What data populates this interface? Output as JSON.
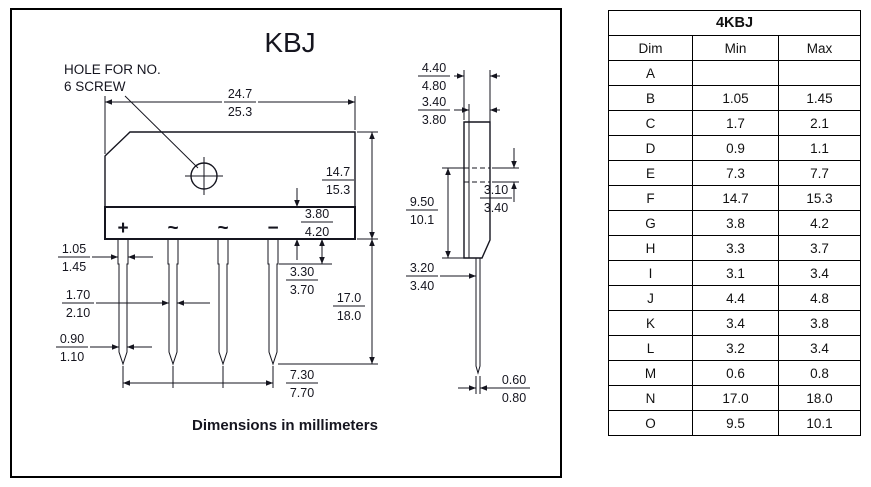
{
  "drawing": {
    "title": "KBJ",
    "hole_label_line1": "HOLE FOR NO.",
    "hole_label_line2": "6 SCREW",
    "caption": "Dimensions in millimeters",
    "terminals": [
      "+",
      "~",
      "~",
      "−"
    ],
    "dims": {
      "front_width": {
        "min": "24.7",
        "max": "25.3"
      },
      "front_height": {
        "min": "14.7",
        "max": "15.3"
      },
      "strip_height": {
        "min": "3.80",
        "max": "4.20"
      },
      "pin_width": {
        "min": "1.05",
        "max": "1.45"
      },
      "pin_wide_width": {
        "min": "1.70",
        "max": "2.10"
      },
      "pin_tip_width": {
        "min": "0.90",
        "max": "1.10"
      },
      "shoulder_length": {
        "min": "3.30",
        "max": "3.70"
      },
      "pin_length": {
        "min": "17.0",
        "max": "18.0"
      },
      "pin_span": {
        "min": "7.30",
        "max": "7.70"
      },
      "side_overall": {
        "min": "4.40",
        "max": "4.80"
      },
      "side_body": {
        "min": "3.40",
        "max": "3.80"
      },
      "hole_depth": {
        "min": "3.10",
        "max": "3.40"
      },
      "side_height": {
        "min": "9.50",
        "max": "10.1"
      },
      "side_offset": {
        "min": "3.20",
        "max": "3.40"
      },
      "pin_thickness": {
        "min": "0.60",
        "max": "0.80"
      }
    }
  },
  "table": {
    "title": "4KBJ",
    "headers": [
      "Dim",
      "Min",
      "Max"
    ],
    "rows": [
      {
        "dim": "A",
        "min": "",
        "max": ""
      },
      {
        "dim": "B",
        "min": "1.05",
        "max": "1.45"
      },
      {
        "dim": "C",
        "min": "1.7",
        "max": "2.1"
      },
      {
        "dim": "D",
        "min": "0.9",
        "max": "1.1"
      },
      {
        "dim": "E",
        "min": "7.3",
        "max": "7.7"
      },
      {
        "dim": "F",
        "min": "14.7",
        "max": "15.3"
      },
      {
        "dim": "G",
        "min": "3.8",
        "max": "4.2"
      },
      {
        "dim": "H",
        "min": "3.3",
        "max": "3.7"
      },
      {
        "dim": "I",
        "min": "3.1",
        "max": "3.4"
      },
      {
        "dim": "J",
        "min": "4.4",
        "max": "4.8"
      },
      {
        "dim": "K",
        "min": "3.4",
        "max": "3.8"
      },
      {
        "dim": "L",
        "min": "3.2",
        "max": "3.4"
      },
      {
        "dim": "M",
        "min": "0.6",
        "max": "0.8"
      },
      {
        "dim": "N",
        "min": "17.0",
        "max": "18.0"
      },
      {
        "dim": "O",
        "min": "9.5",
        "max": "10.1"
      }
    ]
  }
}
